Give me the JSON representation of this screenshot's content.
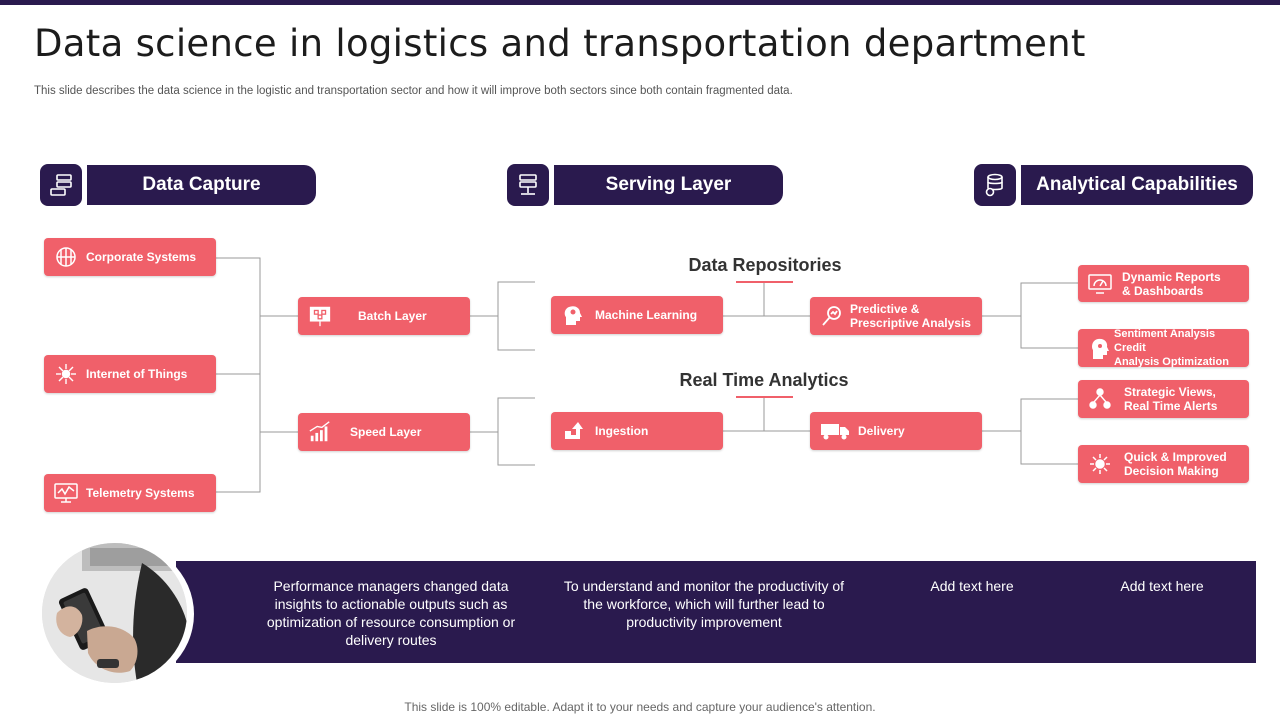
{
  "title": "Data science in logistics and transportation department",
  "subtitle": "This slide describes the data science in the logistic and transportation sector and how it will improve both sectors since both contain fragmented data.",
  "sections": {
    "data_capture": "Data Capture",
    "serving_layer": "Serving Layer",
    "analytical": "Analytical Capabilities"
  },
  "sources": {
    "corporate": "Corporate Systems",
    "iot": "Internet of Things",
    "telemetry": "Telemetry Systems"
  },
  "layers": {
    "batch": "Batch Layer",
    "speed": "Speed Layer"
  },
  "repositories": {
    "heading": "Data Repositories",
    "ml": "Machine Learning",
    "predictive_1": "Predictive &",
    "predictive_2": "Prescriptive Analysis"
  },
  "realtime": {
    "heading": "Real Time Analytics",
    "ingestion": "Ingestion",
    "delivery": "Delivery"
  },
  "capabilities": {
    "dynamic_1": "Dynamic Reports",
    "dynamic_2": "& Dashboards",
    "sentiment_1": "Sentiment Analysis Credit",
    "sentiment_2": "Analysis Optimization",
    "strategic_1": "Strategic Views,",
    "strategic_2": "Real Time Alerts",
    "quick_1": "Quick & Improved",
    "quick_2": "Decision Making"
  },
  "band": {
    "text1": "Performance managers changed data insights to actionable outputs such as optimization of resource consumption or delivery routes",
    "text2": "To understand and monitor the productivity of the workforce, which will further lead to productivity improvement",
    "text3": "Add text here",
    "text4": "Add text here"
  },
  "footer": "This slide is 100% editable. Adapt it to your needs and capture your audience's attention.",
  "colors": {
    "primary": "#2a1a4e",
    "accent": "#f0606a"
  }
}
